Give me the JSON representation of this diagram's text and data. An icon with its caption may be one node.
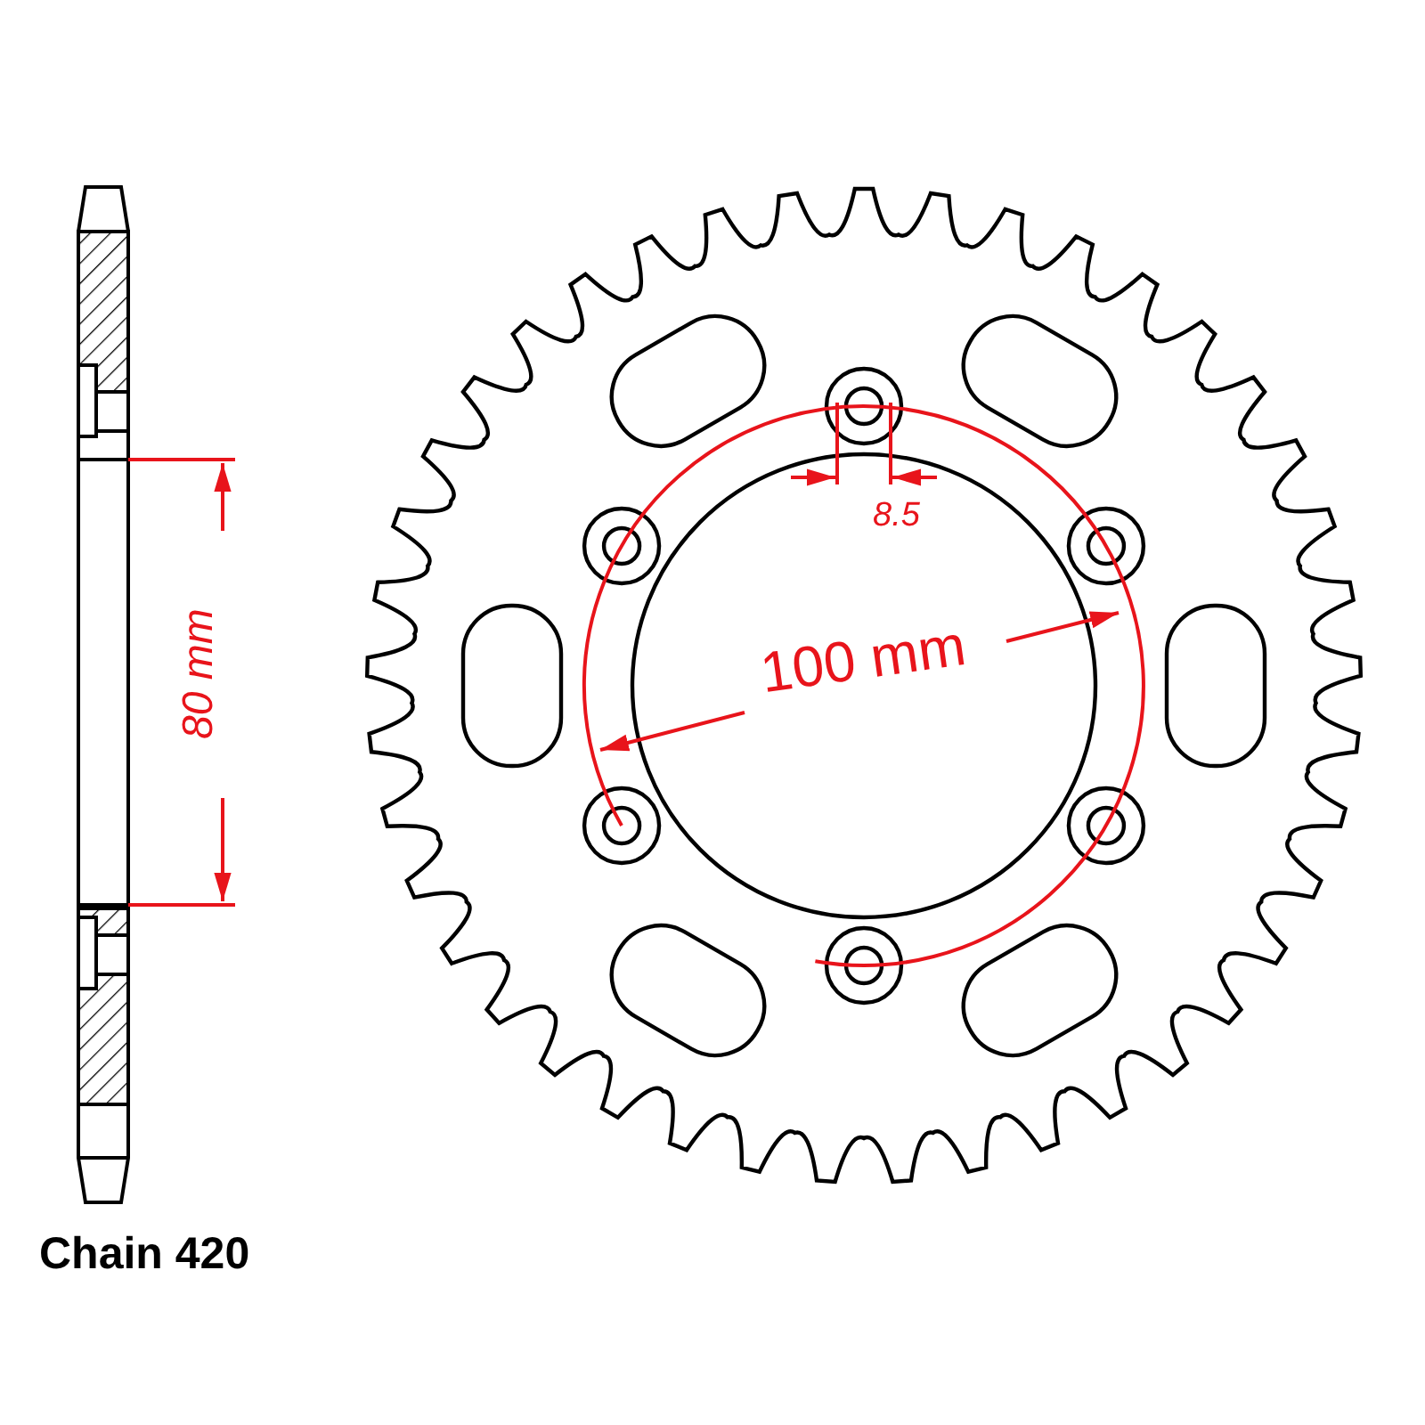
{
  "diagram": {
    "labels": [
      "80 mm",
      "8.5",
      "100 mm",
      "Chain 420"
    ]
  }
}
